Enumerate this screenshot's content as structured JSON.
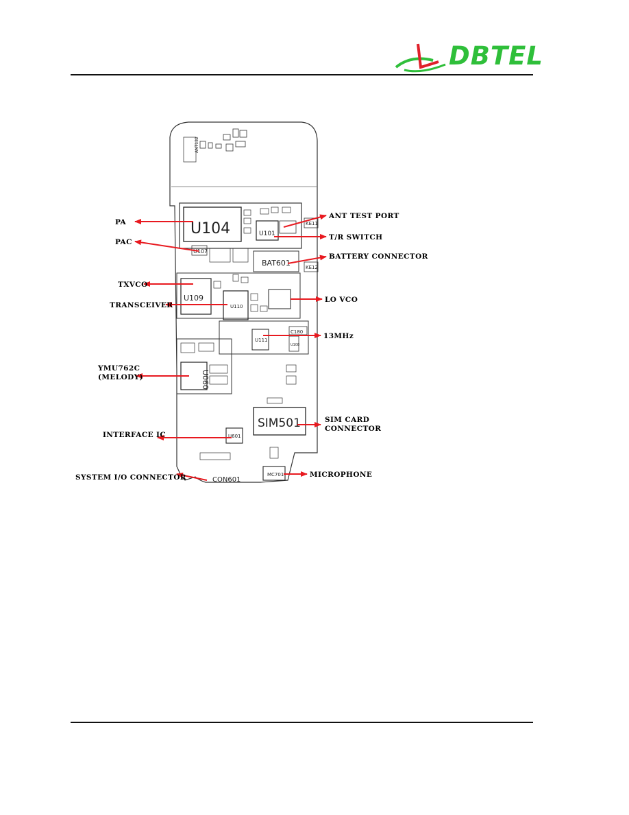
{
  "header": {
    "logo_text": "DBTEL"
  },
  "board": {
    "refs": {
      "u104": "U104",
      "u101": "U101",
      "u107": "U107",
      "bat601": "BAT601",
      "u109": "U109",
      "u110": "U110",
      "u111": "U111",
      "u108": "U108",
      "c180": "C180",
      "u060": "U060",
      "sim501": "SIM501",
      "u601": "U601",
      "con601": "CON601",
      "mc701": "MC701",
      "ke11": "KE11",
      "ke12": "KE12",
      "ant": "ANT132"
    }
  },
  "labels": {
    "pa": "PA",
    "pac": "PAC",
    "txvco": "TXVCO",
    "transceiver": "TRANSCEIVER",
    "ymu_line1": "YMU762C",
    "ymu_line2": "(MELODY)",
    "interface_ic": "INTERFACE IC",
    "system_io": "SYSTEM I/O CONNECTOR",
    "ant_test_port": "ANT TEST PORT",
    "tr_switch": "T/R SWITCH",
    "battery_connector": "BATTERY CONNECTOR",
    "lo_vco": "LO VCO",
    "mhz13": "13MHz",
    "sim_line1": "SIM CARD",
    "sim_line2": "CONNECTOR",
    "microphone": "MICROPHONE"
  },
  "colors": {
    "arrow": "#e8191f",
    "logo_green": "#2fbf3a",
    "logo_red": "#e0202a"
  }
}
